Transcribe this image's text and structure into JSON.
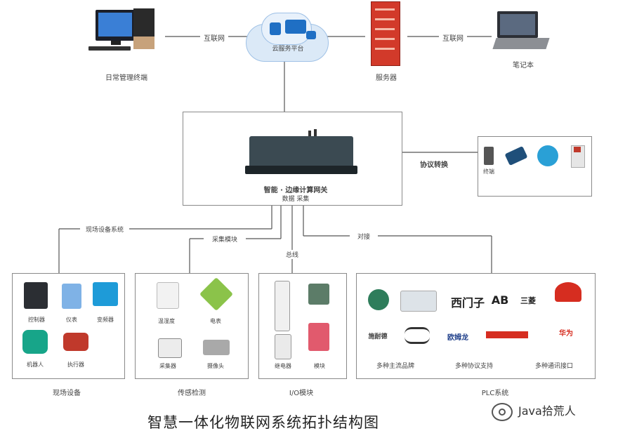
{
  "top": {
    "pc_label": "日常管理终端",
    "link_left": "互联网",
    "cloud_label": "云服务平台",
    "server_label": "服务器",
    "link_right": "互联网",
    "laptop_label": "笔记本"
  },
  "gateway": {
    "label": "智能 · 边缘计算网关",
    "sublabel": "数据  采集",
    "link_right": "协议转换"
  },
  "right_devices": {
    "items": [
      "终端",
      "",
      "",
      ""
    ]
  },
  "branches": {
    "left_link": "现场设备系统",
    "mid_left_link": "采集模块",
    "center_link": "总线",
    "right_link": "对接"
  },
  "groups": [
    {
      "title": "现场设备",
      "items": [
        "控制器",
        "仪表",
        "变频器",
        "机器人",
        "执行器"
      ]
    },
    {
      "title": "传感检测",
      "items": [
        "温湿度",
        "电表",
        "采集器",
        "摄像头"
      ]
    },
    {
      "title": "I/O模块",
      "items": [
        "继电器",
        "模块"
      ]
    },
    {
      "title": "PLC系统",
      "items": [
        "西门子",
        "AB",
        "三菱",
        "施耐德",
        "欧姆龙",
        "华为"
      ],
      "footer": [
        "多种主流品牌",
        "多种协议支持",
        "多种通讯接口"
      ]
    }
  ],
  "caption": "智慧一体化物联网系统拓扑结构图",
  "watermark": "Java拾荒人",
  "colors": {
    "line": "#555555",
    "box": "#8a8a8a"
  }
}
